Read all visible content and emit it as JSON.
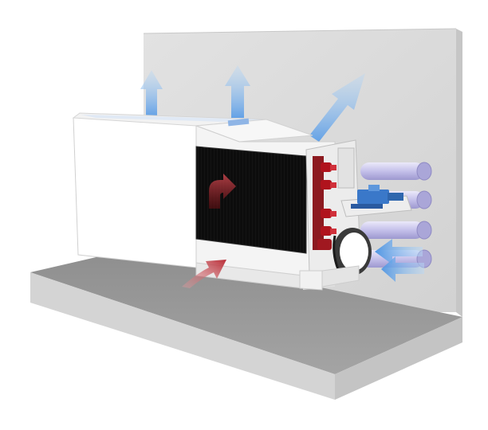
{
  "diagram": {
    "subject": "fan-coil-heating-unit-cutaway",
    "colors": {
      "background": "#ffffff",
      "wall": "#dcdcdc",
      "wall_edge": "#c8c8c8",
      "floor": "#9a9a9a",
      "floor_front": "#d6d6d6",
      "casing": "#ffffff",
      "casing_edge": "#cfcfcf",
      "coil": "#0c0c0c",
      "header_red": "#b0131d",
      "valve_blue": "#3a78c9",
      "pipe": "#c8c4ea",
      "warm_arrow": "#c0454c",
      "cool_arrow": "#7fb6ea"
    },
    "airflow": {
      "outlet_arrows": 3,
      "inlet_arrows": 2,
      "warm_arrows": 2
    },
    "pipe_count": 4
  }
}
